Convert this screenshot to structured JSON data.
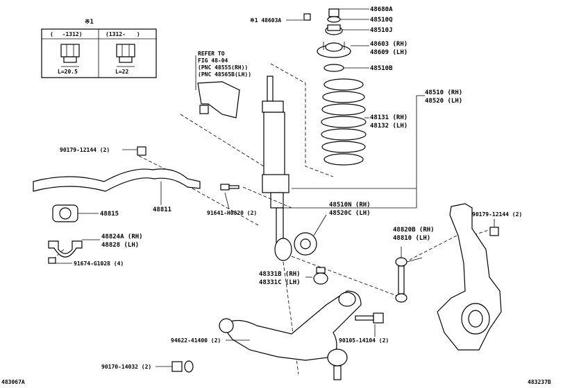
{
  "figure": {
    "left_code": "483067A",
    "right_code": "483237B"
  },
  "note_box": {
    "symbol": "※1",
    "col1_header": "(　 -1312)",
    "col2_header": "(1312-　　)",
    "col1_value": "L=20.5",
    "col2_value": "L=22"
  },
  "refer": {
    "line1": "REFER TO",
    "line2": "FIG 48-04",
    "line3": "(PNC 48555(RH))",
    "line4": "(PNC 48565B(LH))"
  },
  "labels": {
    "p48603A": "※1 48603A",
    "p48680A": "48680A",
    "p48510Q": "48510Q",
    "p48510J": "48510J",
    "p48603": "48603 (RH)",
    "p48609": "48609 (LH)",
    "p48510B": "48510B",
    "p48510": "48510 (RH)",
    "p48520": "48520 (LH)",
    "p48131": "48131 (RH)",
    "p48132": "48132 (LH)",
    "p90179a": "90179-12144 (2)",
    "p48811": "48811",
    "p91641": "91641-H0820 (2)",
    "p48815": "48815",
    "p48510N": "48510N (RH)",
    "p48520C": "48520C (LH)",
    "p48824A": "48824A (RH)",
    "p48828": "48828 (LH)",
    "p91674": "91674-G1028 (4)",
    "p48820B": "48820B (RH)",
    "p48810": "48810 (LH)",
    "p90179b": "90179-12144 (2)",
    "p48331B": "48331B (RH)",
    "p48331C": "48331C (LH)",
    "p94622": "94622-41400 (2)",
    "p90105": "90105-14104 (2)",
    "p90170": "90170-14032 (2)"
  }
}
